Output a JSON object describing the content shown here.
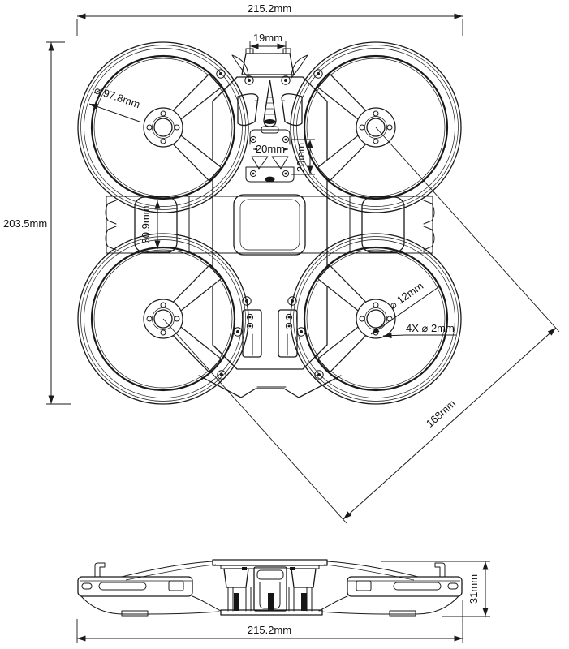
{
  "title": "Drone frame dimensional drawing (top and side views)",
  "colors": {
    "line": "#1a1a1a",
    "background": "#ffffff",
    "dark_fill": "#161616"
  },
  "dimensions": {
    "top_width": "215.2mm",
    "overall_height": "203.5mm",
    "duct_diameter": "⌀ 97.8mm",
    "camera_mount_width": "19mm",
    "stack_width": "20mm",
    "stack_height": "20mm",
    "brace_height": "30.9mm",
    "hub_diameter": "⌀ 12mm",
    "hub_holes": "4X ⌀ 2mm",
    "motor_diagonal": "168mm",
    "side_height": "31mm",
    "bottom_width": "215.2mm"
  }
}
